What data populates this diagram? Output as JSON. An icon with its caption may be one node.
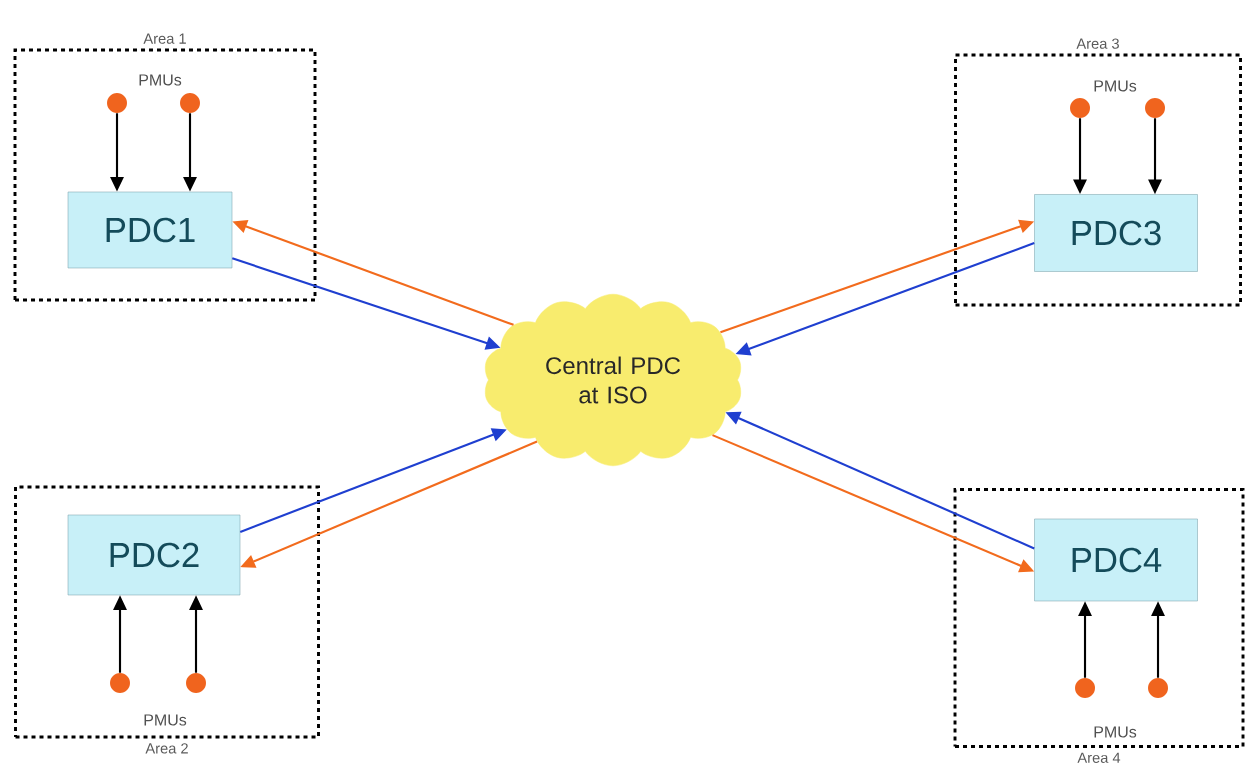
{
  "diagram": {
    "nodes": [
      {
        "text": [
          "Area 1"
        ]
      },
      {
        "text": [
          "PDC1"
        ],
        "in": 0
      },
      {
        "text": [],
        "shape": "circle",
        "in": 0
      },
      {
        "text": [],
        "shape": "circle",
        "in": 0
      },
      {
        "text": [
          "Area 3"
        ]
      },
      {
        "text": [
          "PDC3"
        ],
        "in": 4
      },
      {
        "text": [],
        "shape": "circle",
        "in": 4
      },
      {
        "text": [],
        "shape": "circle",
        "in": 4
      },
      {
        "text": [
          "Central PDC at ISO"
        ]
      },
      {
        "text": [
          "Area 2"
        ]
      },
      {
        "text": [
          "PDC2"
        ],
        "in": 9
      },
      {
        "text": [],
        "shape": "circle",
        "in": 9
      },
      {
        "text": [],
        "shape": "circle",
        "in": 9
      },
      {
        "text": [
          "Area 4"
        ]
      },
      {
        "text": [
          "PDC4"
        ],
        "in": 13
      },
      {
        "text": [],
        "shape": "circle",
        "in": 13
      },
      {
        "text": [],
        "shape": "circle",
        "in": 13
      }
    ],
    "edges": [
      {
        "from": 2,
        "to": 1,
        "arrow": "to"
      },
      {
        "from": 3,
        "to": 1,
        "arrow": "to"
      },
      {
        "from": 6,
        "to": 5,
        "arrow": "to"
      },
      {
        "from": 7,
        "to": 5,
        "arrow": "to"
      },
      {
        "from": 1,
        "to": 8,
        "arrow": "to",
        "color": "#1f3fd0"
      },
      {
        "from": 8,
        "to": 1,
        "arrow": "to",
        "color": "#f26b1d"
      },
      {
        "from": 5,
        "to": 8,
        "arrow": "to",
        "color": "#1f3fd0"
      },
      {
        "from": 8,
        "to": 5,
        "arrow": "to",
        "color": "#f26b1d"
      },
      {
        "from": 10,
        "to": 8,
        "arrow": "to",
        "color": "#1f3fd0"
      },
      {
        "from": 8,
        "to": 10,
        "arrow": "to",
        "color": "#f26b1d"
      },
      {
        "from": 14,
        "to": 8,
        "arrow": "to",
        "color": "#1f3fd0"
      },
      {
        "from": 8,
        "to": 14,
        "arrow": "to",
        "color": "#f26b1d"
      },
      {
        "from": 11,
        "to": 10,
        "arrow": "to"
      },
      {
        "from": 12,
        "to": 10,
        "arrow": "to"
      },
      {
        "from": 15,
        "to": 14,
        "arrow": "to"
      },
      {
        "from": 16,
        "to": 14,
        "arrow": "to"
      }
    ],
    "labels": [
      "PMUs",
      "PMUs",
      "PMUs",
      "PMUs"
    ]
  }
}
